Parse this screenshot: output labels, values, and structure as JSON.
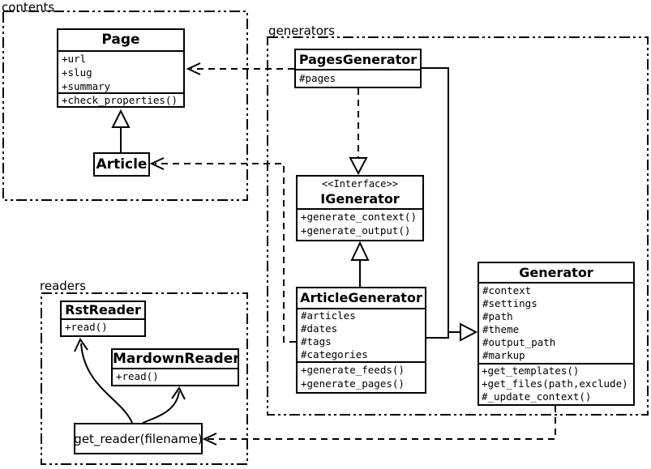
{
  "diagram": {
    "type": "uml-class-diagram",
    "colors": {
      "line": "#000000",
      "background": "#ffffff",
      "box_fill": "#ffffff"
    },
    "packages": {
      "contents": {
        "label": "contents"
      },
      "generators": {
        "label": "generators"
      },
      "readers": {
        "label": "readers"
      }
    },
    "classes": {
      "page": {
        "title": "Page",
        "attributes": [
          "+url",
          "+slug",
          "+summary"
        ],
        "methods": [
          "+check_properties()"
        ]
      },
      "article": {
        "title": "Article"
      },
      "pages_generator": {
        "title": "PagesGenerator",
        "attributes": [
          "#pages"
        ]
      },
      "igenerator": {
        "stereotype": "<<Interface>>",
        "title": "IGenerator",
        "methods": [
          "+generate_context()",
          "+generate_output()"
        ]
      },
      "article_generator": {
        "title": "ArticleGenerator",
        "attributes": [
          "#articles",
          "#dates",
          "#tags",
          "#categories"
        ],
        "methods": [
          "+generate_feeds()",
          "+generate_pages()"
        ]
      },
      "generator": {
        "title": "Generator",
        "attributes": [
          "#context",
          "#settings",
          "#path",
          "#theme",
          "#output_path",
          "#markup"
        ],
        "methods": [
          "+get_templates()",
          "+get_files(path,exclude)",
          "#_update_context()"
        ]
      },
      "rst_reader": {
        "title": "RstReader",
        "methods": [
          "+read()"
        ]
      },
      "markdown_reader": {
        "title": "MardownReader",
        "methods": [
          "+read()"
        ]
      },
      "get_reader": {
        "label": "get_reader(filename)"
      }
    },
    "relationships": [
      {
        "from": "Article",
        "to": "Page",
        "type": "inheritance"
      },
      {
        "from": "PagesGenerator",
        "to": "Page",
        "type": "dependency"
      },
      {
        "from": "ArticleGenerator",
        "to": "Article",
        "type": "dependency"
      },
      {
        "from": "PagesGenerator",
        "to": "IGenerator",
        "type": "realization"
      },
      {
        "from": "ArticleGenerator",
        "to": "IGenerator",
        "type": "inheritance"
      },
      {
        "from": "PagesGenerator",
        "to": "Generator",
        "type": "inheritance"
      },
      {
        "from": "ArticleGenerator",
        "to": "Generator",
        "type": "inheritance"
      },
      {
        "from": "Generator",
        "to": "get_reader(filename)",
        "type": "dependency"
      },
      {
        "from": "get_reader(filename)",
        "to": "RstReader",
        "type": "call-arrow"
      },
      {
        "from": "get_reader(filename)",
        "to": "MardownReader",
        "type": "call-arrow"
      }
    ]
  }
}
